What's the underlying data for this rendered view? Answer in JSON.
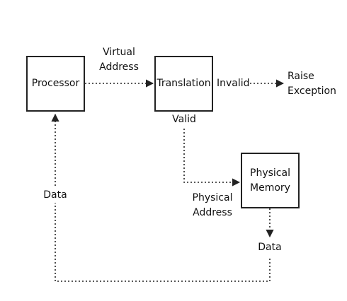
{
  "diagram": {
    "nodes": {
      "processor": "Processor",
      "translation": "Translation",
      "physical_memory": "Physical\nMemory"
    },
    "labels": {
      "virtual_address": "Virtual\nAddress",
      "invalid": "Invalid",
      "raise_exception": "Raise\nException",
      "valid": "Valid",
      "physical_address": "Physical\nAddress",
      "data_left": "Data",
      "data_bottom": "Data"
    }
  }
}
